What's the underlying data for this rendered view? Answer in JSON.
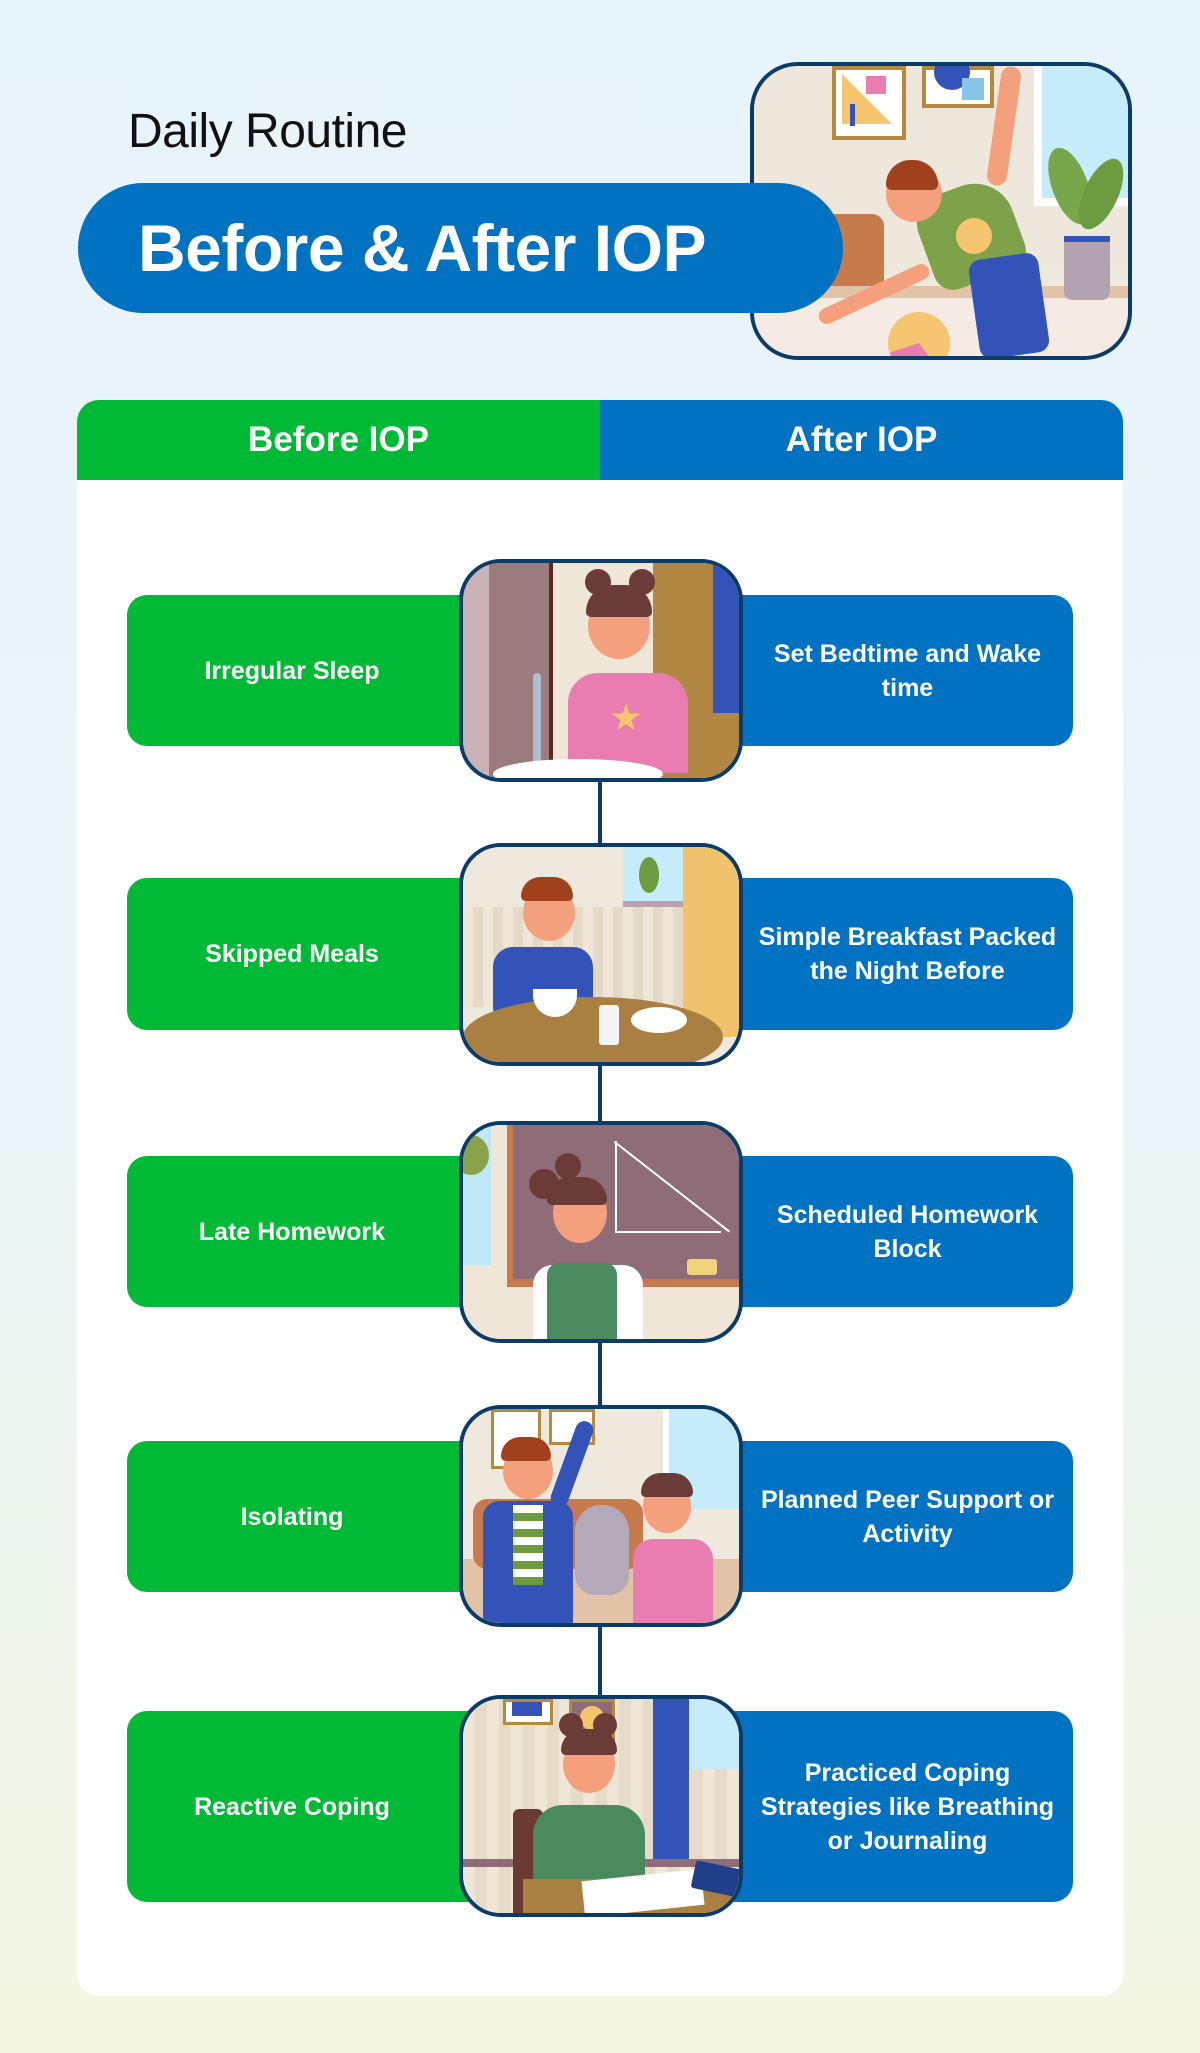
{
  "header": {
    "subtitle": "Daily Routine",
    "title": "Before & After IOP",
    "hero_illustration": "boy-stretching-illustration"
  },
  "table": {
    "columns": [
      {
        "label": "Before IOP",
        "color": "#00b934"
      },
      {
        "label": "After IOP",
        "color": "#0072c1"
      }
    ],
    "rows": [
      {
        "before": "Irregular Sleep",
        "after": "Set Bedtime and Wake time",
        "illustration": "girl-brushing-teeth-illustration"
      },
      {
        "before": "Skipped Meals",
        "after": "Simple Breakfast Packed the Night Before",
        "illustration": "boy-eating-breakfast-illustration"
      },
      {
        "before": "Late Homework",
        "after": "Scheduled Homework Block",
        "illustration": "girl-at-chalkboard-illustration"
      },
      {
        "before": "Isolating",
        "after": "Planned Peer Support or Activity",
        "illustration": "friends-playing-with-cat-illustration"
      },
      {
        "before": "Reactive Coping",
        "after": "Practiced Coping Strategies like Breathing or Journaling",
        "illustration": "girl-journaling-illustration"
      }
    ]
  },
  "colors": {
    "before_green": "#00b934",
    "after_blue": "#0072c1",
    "frame_navy": "#0b3c68",
    "bg_top": "#e8f4fb",
    "bg_bottom": "#f4f6e2"
  }
}
